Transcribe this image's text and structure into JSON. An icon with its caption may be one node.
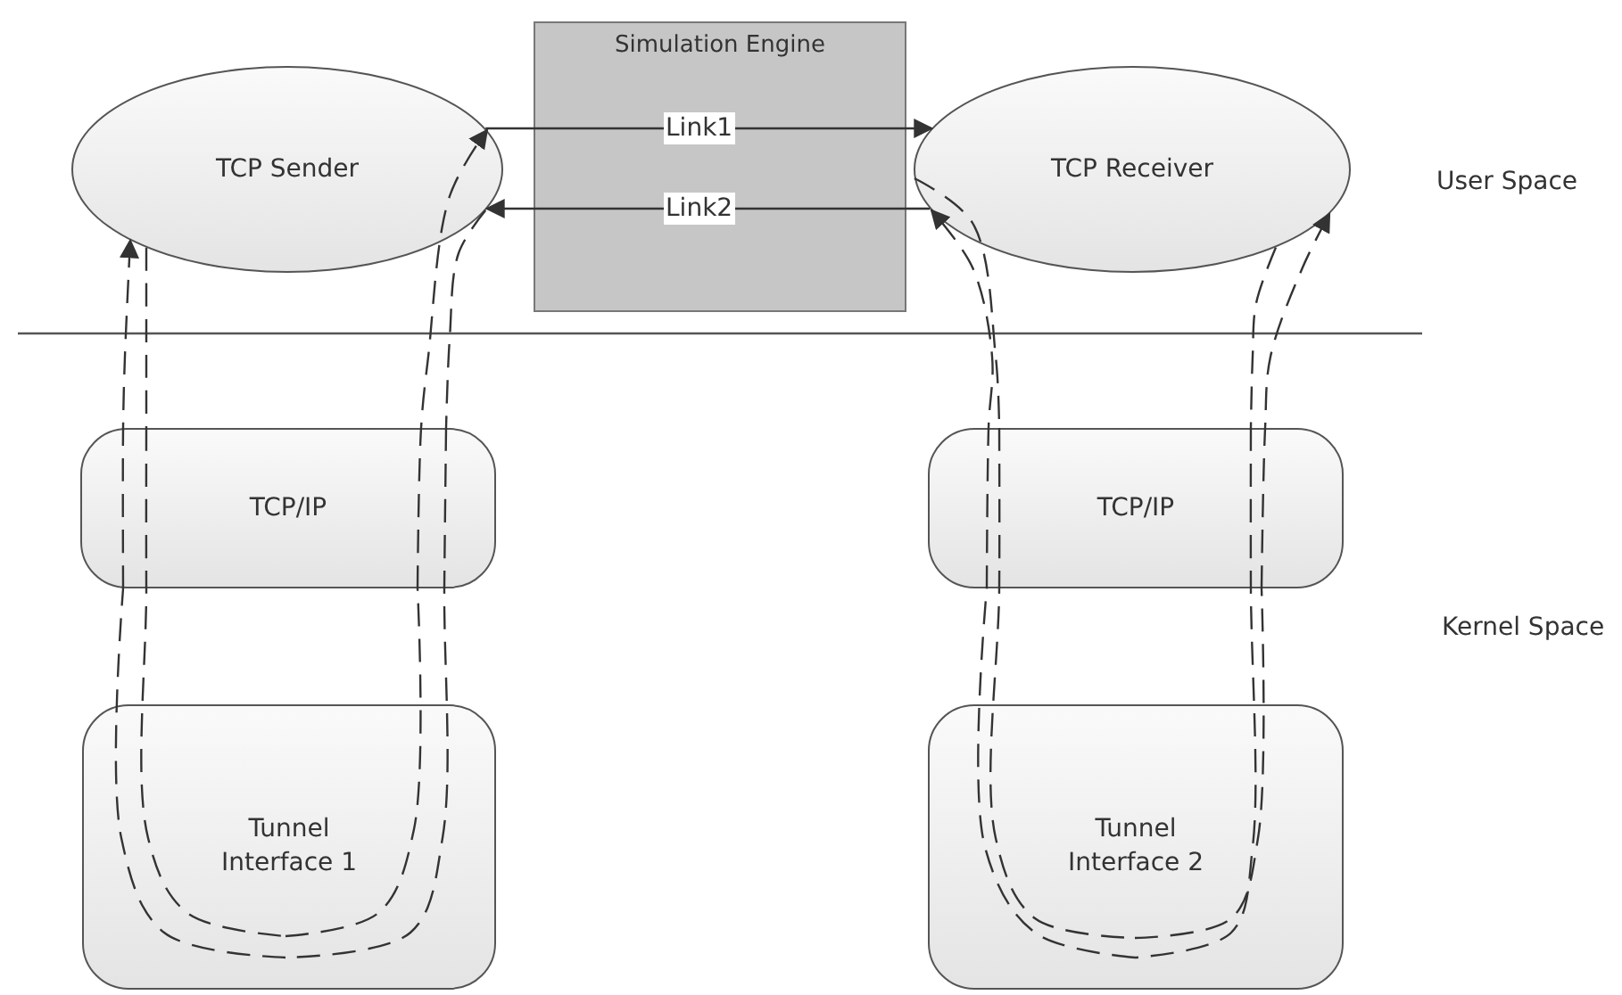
{
  "diagram": {
    "nodes": [
      {
        "text": [
          "Simulation Engine"
        ]
      },
      {
        "text": [
          "TCP Sender"
        ]
      },
      {
        "text": [
          "TCP Receiver"
        ]
      },
      {
        "text": [
          "TCP/IP"
        ]
      },
      {
        "text": [
          "TCP/IP"
        ]
      },
      {
        "text": [
          "Tunnel Interface 1"
        ]
      },
      {
        "text": [
          "Tunnel Interface 2"
        ]
      }
    ],
    "edges": [
      {
        "from": 1,
        "to": 0,
        "arrow": "none"
      },
      {
        "from": 0,
        "to": 2,
        "arrow": "to",
        "label": "Link1"
      },
      {
        "from": 2,
        "to": 0,
        "arrow": "none"
      },
      {
        "from": 0,
        "to": 1,
        "arrow": "to",
        "label": "Link2"
      },
      {
        "from": 1,
        "to": 3,
        "arrow": "none",
        "style": "dashed"
      },
      {
        "from": 3,
        "to": 5,
        "arrow": "none",
        "style": "dashed"
      },
      {
        "from": 5,
        "to": 3,
        "arrow": "none",
        "style": "dashed"
      },
      {
        "from": 3,
        "to": 1,
        "arrow": "to",
        "style": "dashed"
      },
      {
        "from": 1,
        "to": 3,
        "arrow": "none",
        "style": "dashed"
      },
      {
        "from": 3,
        "to": 5,
        "arrow": "none",
        "style": "dashed"
      },
      {
        "from": 5,
        "to": 3,
        "arrow": "none",
        "style": "dashed"
      },
      {
        "from": 3,
        "to": 1,
        "arrow": "to",
        "style": "dashed"
      },
      {
        "from": 2,
        "to": 4,
        "arrow": "none",
        "style": "dashed"
      },
      {
        "from": 4,
        "to": 6,
        "arrow": "none",
        "style": "dashed"
      },
      {
        "from": 6,
        "to": 4,
        "arrow": "none",
        "style": "dashed"
      },
      {
        "from": 4,
        "to": 2,
        "arrow": "to",
        "style": "dashed"
      },
      {
        "from": 2,
        "to": 4,
        "arrow": "none",
        "style": "dashed"
      },
      {
        "from": 4,
        "to": 6,
        "arrow": "none",
        "style": "dashed"
      },
      {
        "from": 6,
        "to": 4,
        "arrow": "none",
        "style": "dashed"
      },
      {
        "from": 4,
        "to": 2,
        "arrow": "to",
        "style": "dashed"
      }
    ],
    "labels": [
      "User Space",
      "Kernel Space"
    ]
  }
}
